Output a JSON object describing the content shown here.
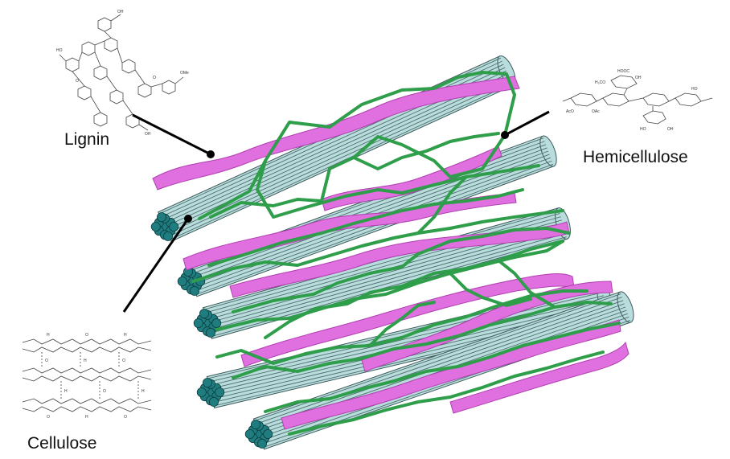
{
  "labels": {
    "lignin": "Lignin",
    "hemicellulose": "Hemicellulose",
    "cellulose": "Cellulose"
  },
  "colors": {
    "cellulose_fill": "#b9dcdc",
    "cellulose_stroke": "#3c5a5a",
    "cellulose_end": "#1f7c7f",
    "lignin": "#e070e0",
    "lignin_stroke": "#b040b0",
    "hemicellulose": "#2f9e4a",
    "leader_line": "#000000"
  },
  "icons": {
    "lignin_structure": "lignin-chemical-structure-icon",
    "hemicellulose_structure": "hemicellulose-chemical-structure-icon",
    "cellulose_structure": "cellulose-chemical-structure-icon"
  }
}
